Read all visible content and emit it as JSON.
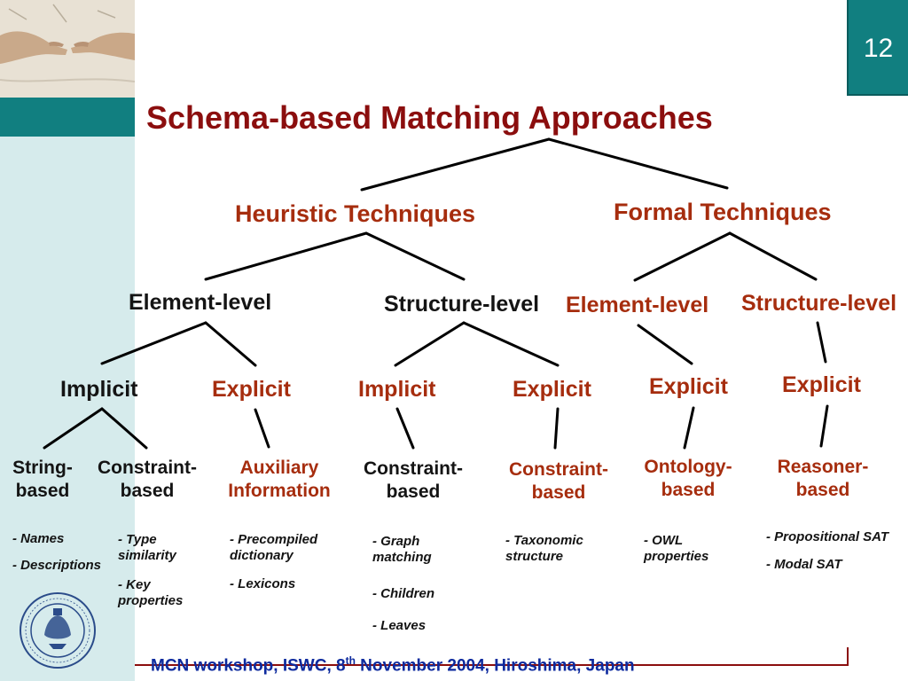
{
  "slide_number": "12",
  "title": "Schema-based Matching Approaches",
  "heuristic": {
    "label": "Heuristic Techniques",
    "element_level": {
      "label": "Element-level",
      "implicit": {
        "label": "Implicit",
        "string_based": {
          "label": "String-based",
          "notes": [
            "- Names",
            "- Descriptions"
          ]
        },
        "constraint_based": {
          "label": "Constraint-based",
          "notes": [
            "- Type similarity",
            "- Key properties"
          ]
        }
      },
      "explicit": {
        "label": "Explicit",
        "auxiliary": {
          "label": "Auxiliary Information",
          "notes": [
            "- Precompiled dictionary",
            "- Lexicons"
          ]
        }
      }
    },
    "structure_level": {
      "label": "Structure-level",
      "implicit": {
        "label": "Implicit",
        "constraint_based": {
          "label": "Constraint-based",
          "notes": [
            "- Graph matching",
            "- Children",
            "- Leaves"
          ]
        }
      },
      "explicit": {
        "label": "Explicit",
        "constraint_based": {
          "label": "Constraint-based",
          "notes": [
            "- Taxonomic structure"
          ]
        }
      }
    }
  },
  "formal": {
    "label": "Formal Techniques",
    "element_level": {
      "label": "Element-level",
      "explicit": {
        "label": "Explicit",
        "ontology_based": {
          "label": "Ontology-based",
          "notes": [
            "- OWL properties"
          ]
        }
      }
    },
    "structure_level": {
      "label": "Structure-level",
      "explicit": {
        "label": "Explicit",
        "reasoner_based": {
          "label": "Reasoner-based",
          "notes": [
            "- Propositional SAT",
            "- Modal SAT"
          ]
        }
      }
    }
  },
  "footer": {
    "pre": "MCN workshop, ISWC, 8",
    "sup": "th",
    "post": " November 2004, Hiroshima, Japan"
  },
  "colors": {
    "accent_teal": "#117f80",
    "sidebar": "#d6ebec",
    "title_red": "#8b0e0e",
    "node_red": "#a62d0e",
    "footer_blue": "#0d2a9e"
  },
  "images": {
    "fresco": "creation-of-adam-hands-image",
    "seal": "university-seal-logo"
  }
}
